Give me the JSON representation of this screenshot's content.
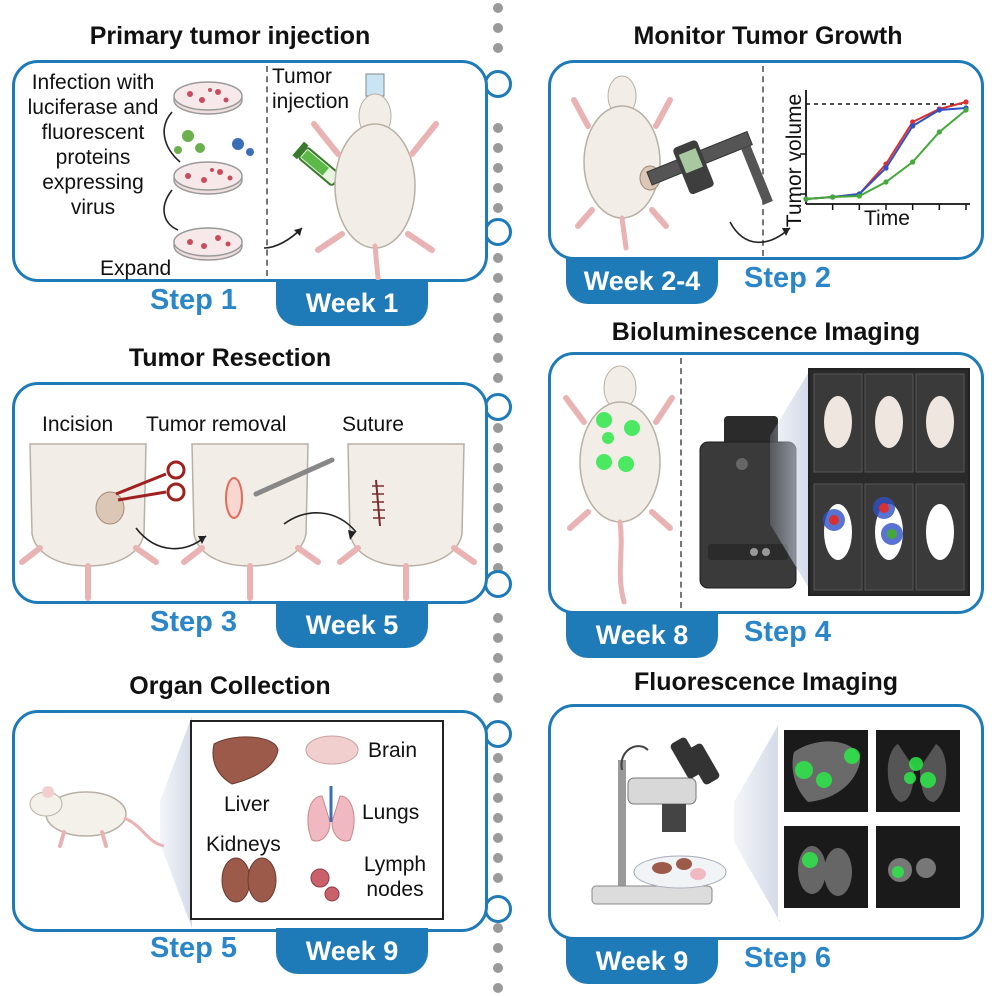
{
  "steps": [
    {
      "id": "step1",
      "title": "Primary tumor injection",
      "step_label": "Step 1",
      "week_label": "Week 1",
      "texts": {
        "infection": "Infection with luciferase and fluorescent proteins expressing virus",
        "expand": "Expand",
        "tumor_injection": "Tumor injection"
      }
    },
    {
      "id": "step2",
      "title": "Monitor Tumor Growth",
      "step_label": "Step 2",
      "week_label": "Week 2-4",
      "chart_text": {
        "ylabel": "Tumor volume",
        "xlabel": "Time"
      }
    },
    {
      "id": "step3",
      "title": "Tumor Resection",
      "step_label": "Step 3",
      "week_label": "Week 5",
      "texts": {
        "incision": "Incision",
        "tumor_removal": "Tumor removal",
        "suture": "Suture"
      }
    },
    {
      "id": "step4",
      "title": "Bioluminescence Imaging",
      "step_label": "Step 4",
      "week_label": "Week 8"
    },
    {
      "id": "step5",
      "title": "Organ Collection",
      "step_label": "Step 5",
      "week_label": "Week 9",
      "organs": {
        "liver": "Liver",
        "brain": "Brain",
        "kidneys": "Kidneys",
        "lungs": "Lungs",
        "lymph": "Lymph nodes"
      }
    },
    {
      "id": "step6",
      "title": "Fluorescence Imaging",
      "step_label": "Step 6",
      "week_label": "Week 9"
    }
  ],
  "colors": {
    "accent": "#1f7ab8",
    "step_text": "#2a86c8",
    "series_red": "#d93030",
    "series_blue": "#3050c8",
    "series_green": "#44a83a",
    "fluorescence": "#2ee84a"
  },
  "chart_data": {
    "type": "line",
    "xlabel": "Time",
    "ylabel": "Tumor volume",
    "x": [
      0,
      1,
      2,
      3,
      4,
      5,
      6
    ],
    "series": [
      {
        "color": "#d93030",
        "values": [
          0.05,
          0.07,
          0.1,
          0.4,
          0.82,
          0.95,
          1.02
        ]
      },
      {
        "color": "#3050c8",
        "values": [
          0.05,
          0.07,
          0.1,
          0.36,
          0.78,
          0.94,
          0.96
        ]
      },
      {
        "color": "#44a83a",
        "values": [
          0.05,
          0.07,
          0.08,
          0.22,
          0.42,
          0.72,
          0.94
        ]
      }
    ],
    "threshold": 1.0,
    "ylim": [
      0,
      1.1
    ],
    "grid": false
  }
}
